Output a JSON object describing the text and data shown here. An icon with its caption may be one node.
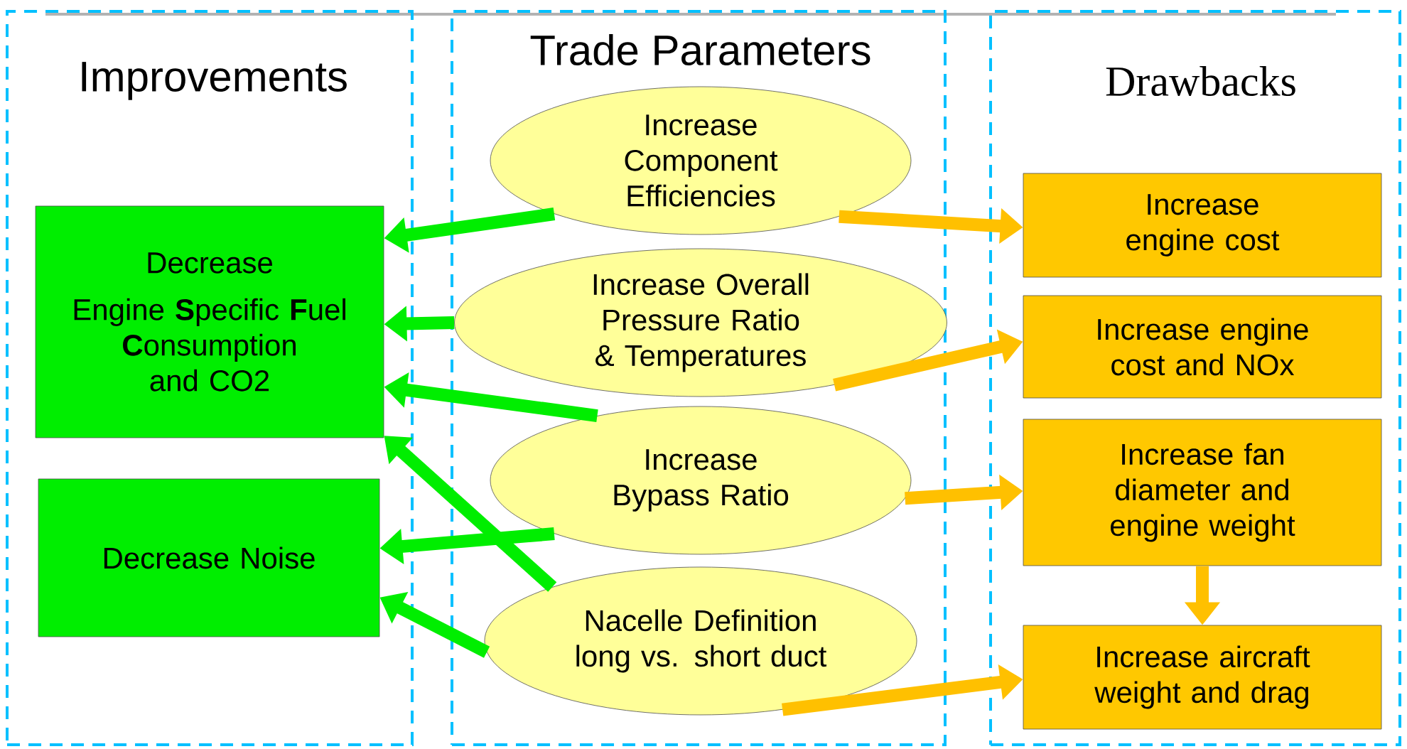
{
  "diagram": {
    "nodes": [
      {
        "text": [
          "Improvements"
        ]
      },
      {
        "text": [
          "Decrease",
          "Engine **S**pecific **F**uel **C**onsumption and CO2"
        ],
        "in": 0
      },
      {
        "text": [
          "Decrease Noise"
        ],
        "in": 0
      },
      {
        "text": [
          "Trade Parameters"
        ]
      },
      {
        "text": [
          "Increase Component Efficiencies"
        ],
        "in": 3
      },
      {
        "text": [
          "Increase Overall Pressure Ratio & Temperatures"
        ],
        "in": 3
      },
      {
        "text": [
          "Increase Bypass Ratio"
        ],
        "in": 3
      },
      {
        "text": [
          "Nacelle Definition long vs. short duct"
        ],
        "in": 3
      },
      {
        "text": [
          "Drawbacks"
        ]
      },
      {
        "text": [
          "Increase engine cost"
        ],
        "in": 8
      },
      {
        "text": [
          "Increase engine cost and NOx"
        ],
        "in": 8
      },
      {
        "text": [
          "Increase fan diameter and engine weight"
        ],
        "in": 8
      },
      {
        "text": [
          "Increase aircraft weight and drag"
        ],
        "in": 8
      }
    ],
    "edges": [
      {
        "from": 4,
        "to": 1,
        "arrow": "to"
      },
      {
        "from": 5,
        "to": 1,
        "arrow": "to"
      },
      {
        "from": 6,
        "to": 1,
        "arrow": "to"
      },
      {
        "from": 6,
        "to": 2,
        "arrow": "to"
      },
      {
        "from": 7,
        "to": 1,
        "arrow": "to"
      },
      {
        "from": 7,
        "to": 2,
        "arrow": "to"
      },
      {
        "from": 4,
        "to": 9,
        "arrow": "to",
        "color": "#ffc000"
      },
      {
        "from": 5,
        "to": 10,
        "arrow": "to",
        "color": "#ffc000"
      },
      {
        "from": 6,
        "to": 11,
        "arrow": "to",
        "color": "#ffc000"
      },
      {
        "from": 7,
        "to": 12,
        "arrow": "to",
        "color": "#ffc000"
      },
      {
        "from": 11,
        "to": 12,
        "arrow": "to",
        "color": "#ffc000"
      }
    ]
  }
}
